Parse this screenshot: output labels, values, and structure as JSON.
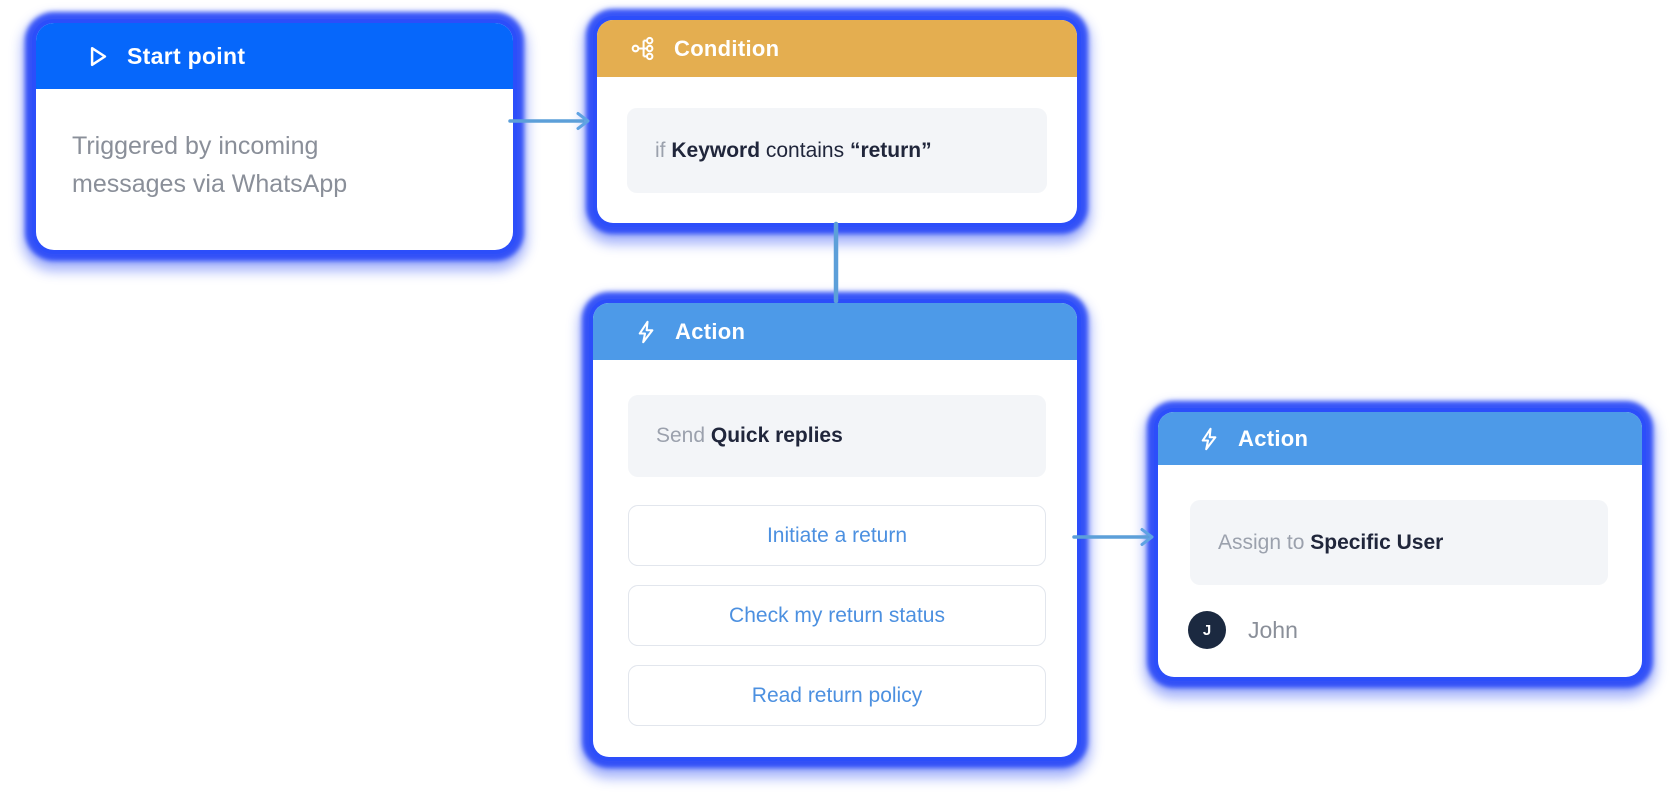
{
  "nodes": {
    "start": {
      "title": "Start point",
      "icon": "play-icon",
      "header_color": "#0667FB",
      "description": "Triggered by incoming messages via WhatsApp"
    },
    "condition": {
      "title": "Condition",
      "icon": "branch-icon",
      "header_color": "#E4AE50",
      "rule": {
        "prefix": "if",
        "field": "Keyword",
        "operator": "contains",
        "value": "“return”"
      }
    },
    "action_quick_replies": {
      "title": "Action",
      "icon": "lightning-icon",
      "header_color": "#4D9AE8",
      "statement": {
        "prefix": "Send",
        "value": "Quick replies"
      },
      "buttons": [
        "Initiate a return",
        "Check my return status",
        "Read return policy"
      ]
    },
    "action_assign": {
      "title": "Action",
      "icon": "lightning-icon",
      "header_color": "#4D9AE8",
      "statement": {
        "prefix": "Assign to",
        "value": "Specific User"
      },
      "assignee": {
        "initial": "J",
        "name": "John"
      }
    }
  },
  "colors": {
    "start_header": "#0667FB",
    "condition_header": "#E4AE50",
    "action_header": "#4D9AE8",
    "node_glow": "#2447F2",
    "connector": "#5C9FD9",
    "button_text": "#4C90E0",
    "muted_text": "#9BA1AD",
    "dark_text": "#20263B",
    "field_background": "#F3F5F8",
    "avatar_background": "#1B2940"
  }
}
